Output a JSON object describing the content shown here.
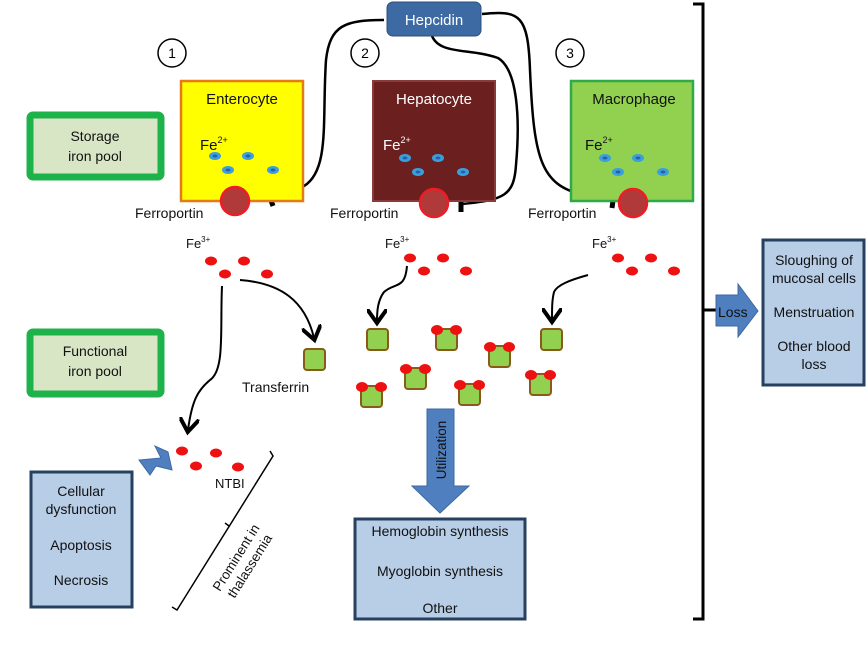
{
  "hepcidin": {
    "label": "Hepcidin",
    "color": "#3d6aa3"
  },
  "step_numbers": [
    "1",
    "2",
    "3"
  ],
  "pools": {
    "storage": {
      "line1": "Storage",
      "line2": "iron pool"
    },
    "functional": {
      "line1": "Functional",
      "line2": "iron pool"
    },
    "border_color": "#1db34a",
    "fill_color": "#d9e6c6"
  },
  "cells": [
    {
      "name": "Enterocyte",
      "fill": "#ffff00",
      "border": "#e57b12",
      "text_color": "#111111",
      "ion": "Fe",
      "charge": "2+"
    },
    {
      "name": "Hepatocyte",
      "fill": "#6b1f1f",
      "border": "#8a3a3a",
      "text_color": "#ffffff",
      "ion": "Fe",
      "charge": "2+"
    },
    {
      "name": "Macrophage",
      "fill": "#92d050",
      "border": "#2eaa48",
      "text_color": "#111111",
      "ion": "Fe",
      "charge": "2+"
    }
  ],
  "ferroportin_label": "Ferroportin",
  "fe3_label": {
    "ion": "Fe",
    "charge": "3+"
  },
  "transferrin_label": "Transferrin",
  "ntbi_label": "NTBI",
  "thalassemia_label": {
    "line1": "Prominent in",
    "line2": "thalassemia"
  },
  "utilization_label": "Utilization",
  "loss_label": "Loss",
  "loss_box": {
    "lines": [
      "Sloughing of",
      "mucosal cells",
      "Menstruation",
      "Other blood",
      "loss"
    ]
  },
  "utilization_box": {
    "lines": [
      "Hemoglobin synthesis",
      "Myoglobin synthesis",
      "Other"
    ]
  },
  "toxicity_box": {
    "lines": [
      "Cellular",
      "dysfunction",
      "Apoptosis",
      "Necrosis"
    ]
  },
  "colors": {
    "outcome_box_fill": "#b8cde6",
    "outcome_box_border": "#26405f",
    "arrow_blue": "#4f7fbf",
    "iron_red": "#ee1111",
    "fe2_blue": "#3aa0dc",
    "transferrin_green": "#92d050",
    "transferrin_border": "#8b5a1a",
    "ferroportin_fill": "#b03a3a",
    "ferroportin_border": "#ee1c24"
  }
}
